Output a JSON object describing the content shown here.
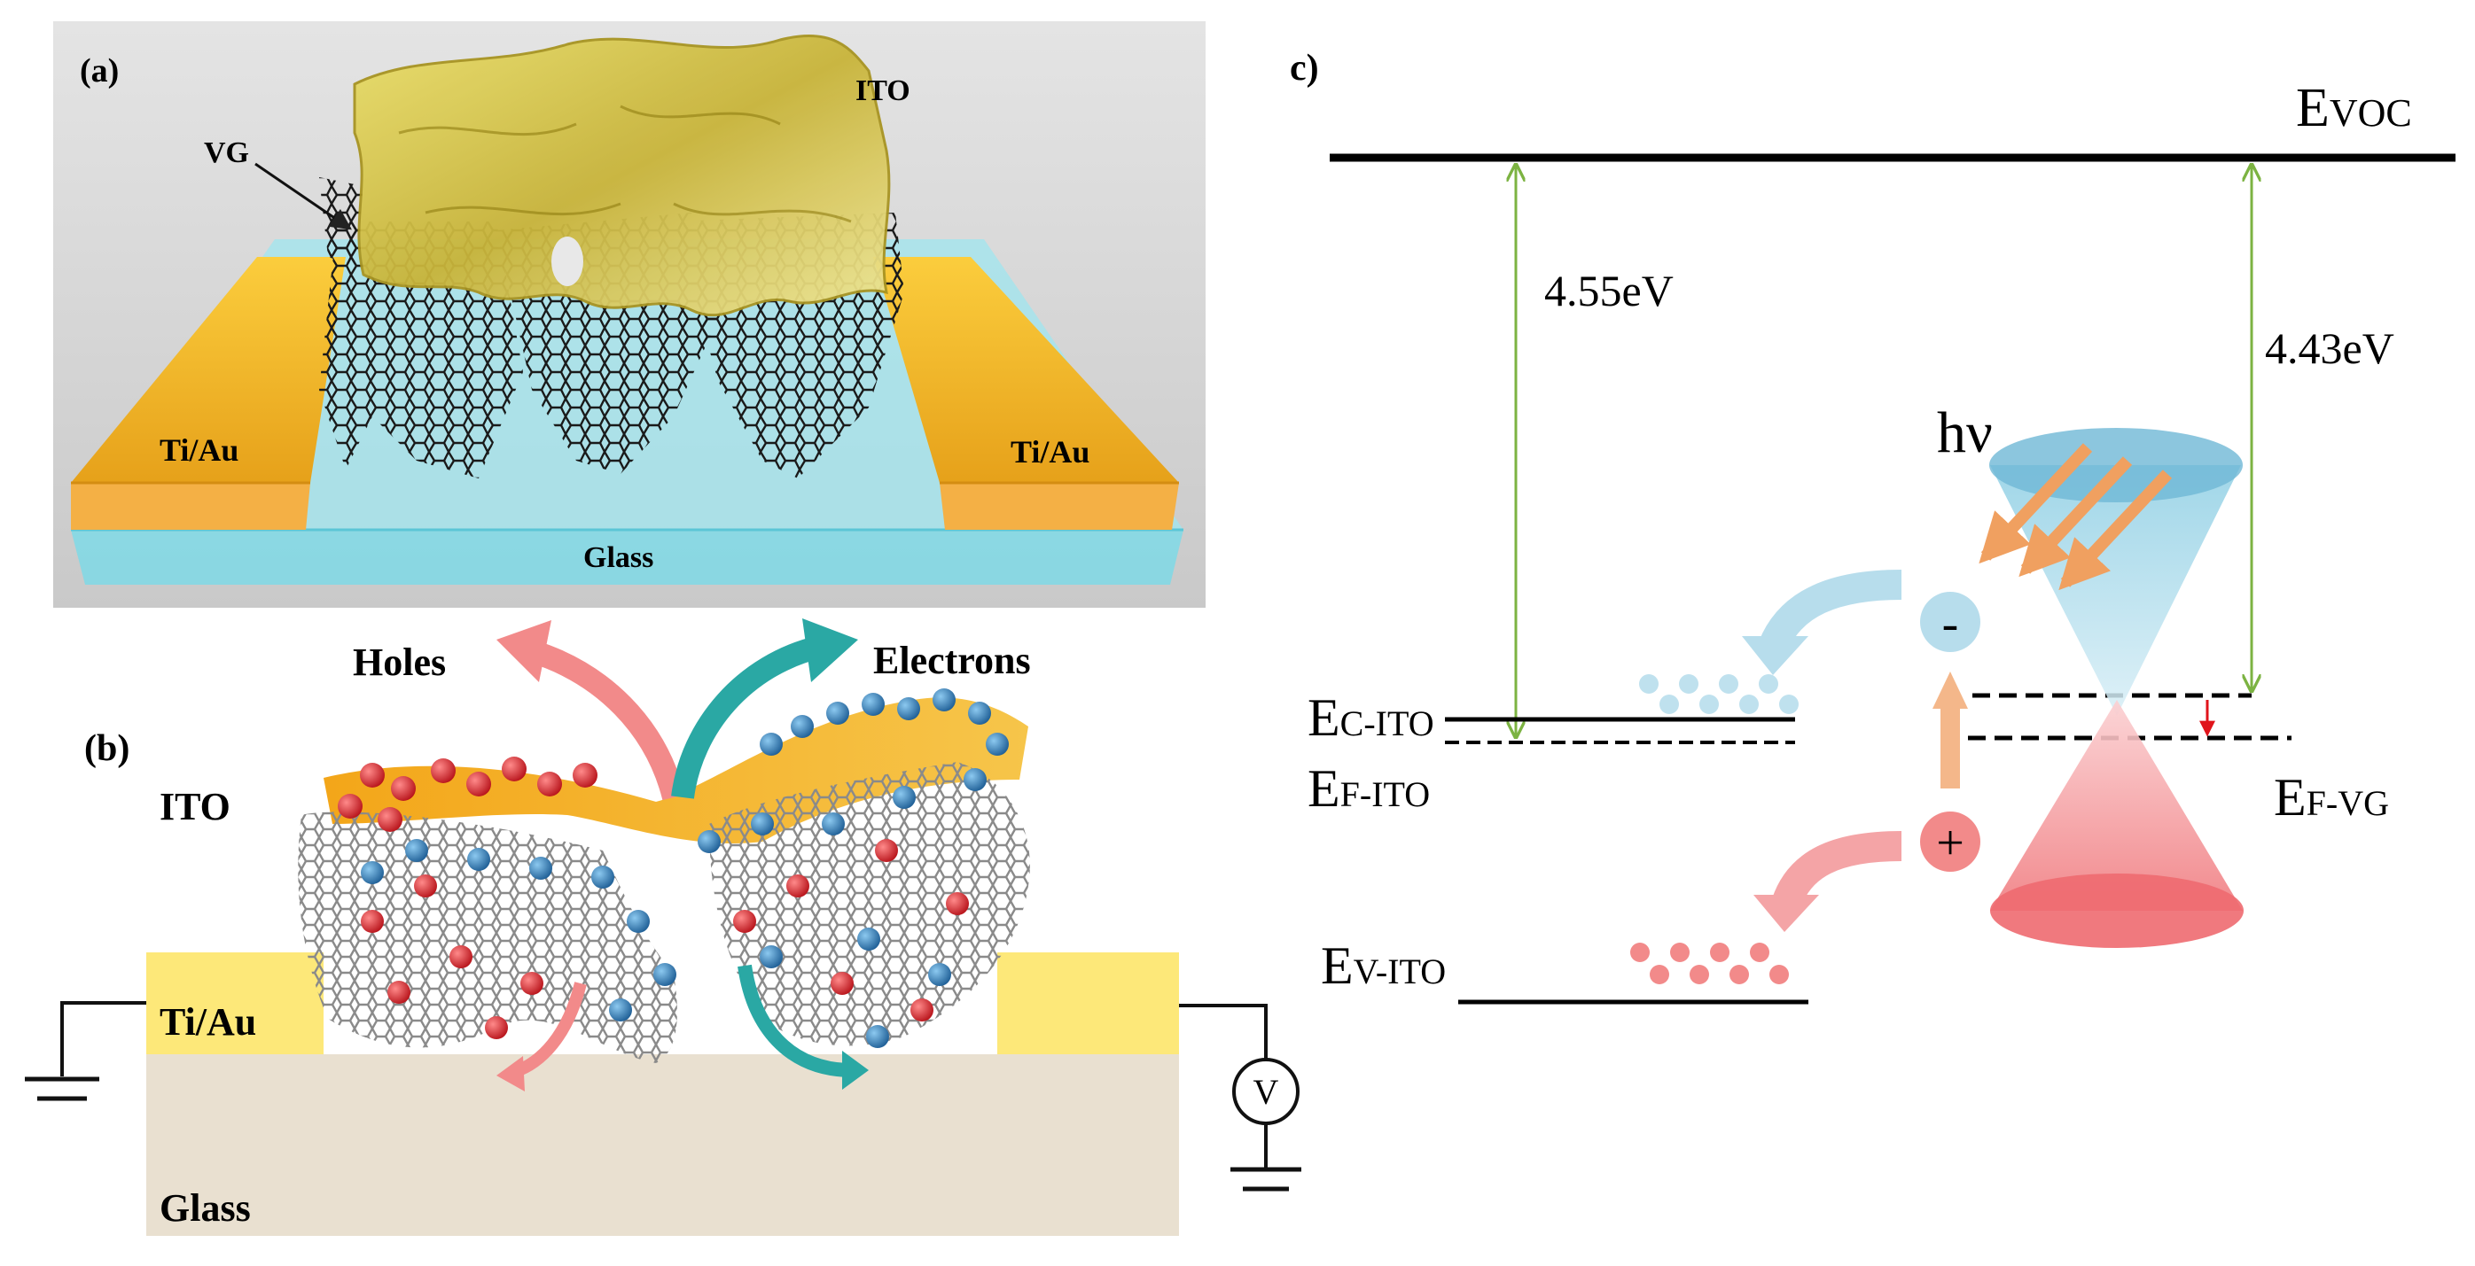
{
  "panel_a": {
    "label": "(a)",
    "ito": "ITO",
    "vg": "VG",
    "tiau_left": "Ti/Au",
    "tiau_right": "Ti/Au",
    "glass": "Glass"
  },
  "panel_b": {
    "label": "(b)",
    "holes": "Holes",
    "electrons": "Electrons",
    "ito": "ITO",
    "tiau": "Ti/Au",
    "glass": "Glass",
    "voltmeter": "V",
    "hole_color": "#d9262c",
    "electron_color": "#2f86c3"
  },
  "panel_c": {
    "label": "c)",
    "evoc": {
      "main": "E",
      "sub": "VOC"
    },
    "gap_left": "4.55eV",
    "gap_right": "4.43eV",
    "hv": "hν",
    "ec_ito": {
      "main": "E",
      "sub": "C-ITO"
    },
    "ef_ito": {
      "main": "E",
      "sub": "F-ITO"
    },
    "ev_ito": {
      "main": "E",
      "sub": "V-ITO"
    },
    "ef_vg": {
      "main": "E",
      "sub": "F-VG"
    },
    "minus": "-",
    "plus": "+",
    "arrow_color": "#7cb342"
  }
}
